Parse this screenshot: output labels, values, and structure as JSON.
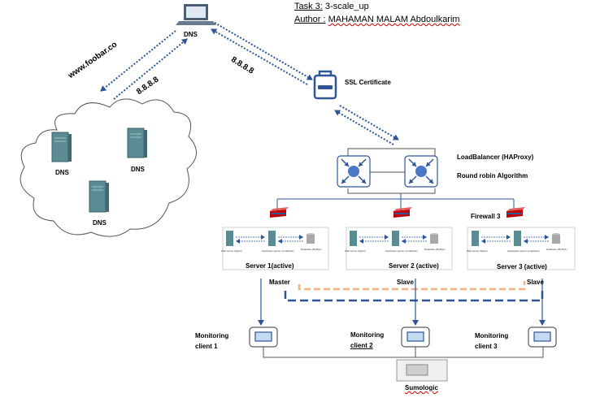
{
  "title": {
    "task_label": "Task 3:",
    "task_value": "3-scale_up",
    "author_label": "Author :",
    "author_name": "MAHAMAN MALAM Abdoulkarim"
  },
  "top": {
    "laptop_label": "DNS",
    "domain_text": "www.foobar.co",
    "ip_left": "8.8.8.8",
    "ip_right": "8.8.8.8",
    "ssl_label": "SSL Certificate"
  },
  "cloud": {
    "servers": [
      "DNS",
      "DNS",
      "DNS"
    ]
  },
  "load_balancer": {
    "name": "LoadBalancer (HAProxy)",
    "algorithm": "Round robin Algorithm"
  },
  "firewall_label": "Firewall 3",
  "server_boxes": [
    {
      "name": "Server 1(active)",
      "web": "Web server (Nginx)",
      "app": "Application server (codebase)",
      "db": "Database (MySQL)"
    },
    {
      "name": "Server 2 (active)",
      "web": "Web server (Nginx)",
      "app": "Application server (codebase)",
      "db": "Database (MySQL)"
    },
    {
      "name": "Server 3 (active)",
      "web": "Web server (Nginx)",
      "app": "Application server (codebase)",
      "db": "Database (MySQL)"
    }
  ],
  "replication": {
    "master": "Master",
    "slave_1": "Slave",
    "slave_2": "Slave"
  },
  "monitoring": [
    {
      "line1": "Monitoring",
      "line2": "client  1"
    },
    {
      "line1": "Monitoring",
      "line2": "client  2"
    },
    {
      "line1": "Monitoring",
      "line2": "client 3"
    }
  ],
  "sumologic_label": "Sumologic",
  "colors": {
    "link_blue": "#2f5597",
    "dashed_orange": "#f4b183",
    "node_blue": "#4a78c4",
    "server_teal": "#5b8c94",
    "firewall_red": "#c00000"
  }
}
